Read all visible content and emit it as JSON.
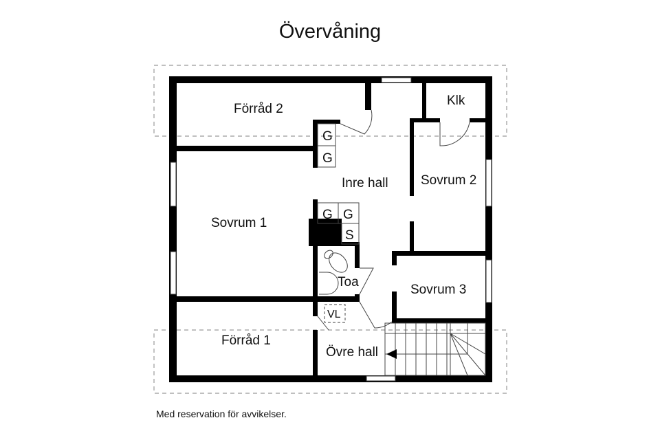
{
  "title": "Övervåning",
  "note": "Med reservation för avvikelser.",
  "rooms": {
    "forrad2": "Förråd 2",
    "klk": "Klk",
    "inre_hall": "Inre hall",
    "sovrum2": "Sovrum 2",
    "sovrum1": "Sovrum 1",
    "sovrum3": "Sovrum 3",
    "toa": "Toa",
    "forrad1": "Förråd 1",
    "ovre_hall": "Övre hall"
  },
  "fixtures": {
    "g": "G",
    "s": "S",
    "vl": "VL"
  }
}
